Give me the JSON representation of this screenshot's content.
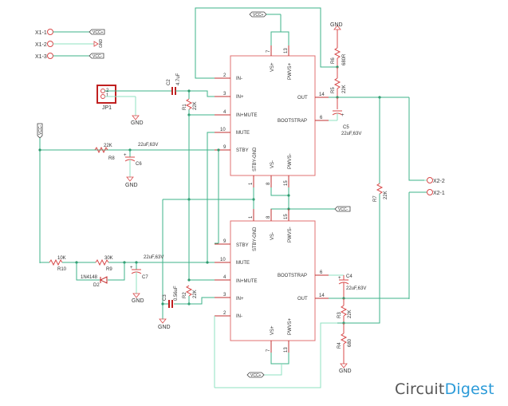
{
  "title": "Dual TDA7294-style Amplifier Schematic",
  "connectors": {
    "x1": [
      "X1-1",
      "X1-2",
      "X1-3"
    ],
    "x2": [
      "X2-2",
      "X2-1"
    ],
    "jp1": {
      "name": "JP1",
      "pins": [
        "2",
        "1"
      ]
    }
  },
  "power": {
    "vcc_plus": "VCC+",
    "vcc_minus": "VCC-",
    "gnd": "GND"
  },
  "ic": {
    "pins_left": [
      {
        "num": "2",
        "name": "IN-"
      },
      {
        "num": "3",
        "name": "IN+"
      },
      {
        "num": "4",
        "name": "IN+MUTE"
      },
      {
        "num": "10",
        "name": "MUTE"
      },
      {
        "num": "9",
        "name": "STBY"
      }
    ],
    "pins_top": [
      {
        "num": "7",
        "name": "VS+"
      },
      {
        "num": "13",
        "name": "PWVS+"
      }
    ],
    "pins_bottom": [
      {
        "num": "1",
        "name": "STBY-GND"
      },
      {
        "num": "8",
        "name": "VS-"
      },
      {
        "num": "15",
        "name": "PWVS-"
      }
    ],
    "pins_right": [
      {
        "num": "14",
        "name": "OUT"
      },
      {
        "num": "6",
        "name": "BOOTSTRAP"
      }
    ]
  },
  "components": {
    "R1": {
      "name": "R1",
      "value": "22K"
    },
    "R2": {
      "name": "R2",
      "value": "22K"
    },
    "R3": {
      "name": "R3",
      "value": "22K"
    },
    "R4": {
      "name": "R4",
      "value": "680"
    },
    "R5": {
      "name": "R5",
      "value": "22K"
    },
    "R6": {
      "name": "R6",
      "value": "680R"
    },
    "R7": {
      "name": "R7",
      "value": "22K"
    },
    "R8": {
      "name": "R8",
      "value": "22K"
    },
    "R9": {
      "name": "R9",
      "value": "30K"
    },
    "R10": {
      "name": "R10",
      "value": "10K"
    },
    "C2": {
      "name": "C2",
      "value": "4.7uF"
    },
    "C3": {
      "name": "C3",
      "value": "0.56uF"
    },
    "C4": {
      "name": "C4",
      "value": "22uF,63V"
    },
    "C5": {
      "name": "C5",
      "value": "22uF,63V"
    },
    "C6": {
      "name": "C6",
      "value": "22uF,63V"
    },
    "C7": {
      "name": "C7",
      "value": "22uF,63V"
    },
    "D2": {
      "name": "D2",
      "value": "1N4148"
    }
  },
  "logo": {
    "part1": "Circuit",
    "part2": "Digest"
  }
}
